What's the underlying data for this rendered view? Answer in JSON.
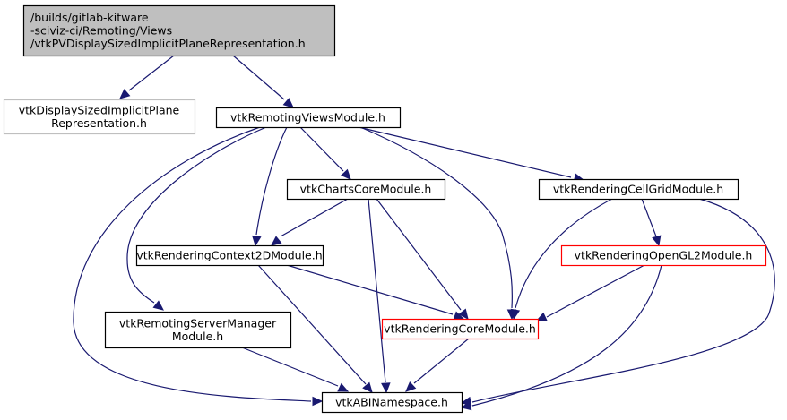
{
  "diagram": {
    "type": "include-dependency-graph",
    "colors": {
      "edge": "#191970",
      "root_fill": "#bfbfbf",
      "normal_border": "#000000",
      "truncated_border": "#ff0000",
      "missing_border": "#bfbfbf"
    },
    "nodes": {
      "root": {
        "lines": [
          "/builds/gitlab-kitware",
          "-sciviz-ci/Remoting/Views",
          "/vtkPVDisplaySizedImplicitPlaneRepresentation.h"
        ],
        "style": "root"
      },
      "displaySized": {
        "lines": [
          "vtkDisplaySizedImplicitPlane",
          "Representation.h"
        ],
        "style": "missing"
      },
      "remotingViews": {
        "lines": [
          "vtkRemotingViewsModule.h"
        ],
        "style": "normal"
      },
      "chartsCore": {
        "lines": [
          "vtkChartsCoreModule.h"
        ],
        "style": "normal"
      },
      "cellGrid": {
        "lines": [
          "vtkRenderingCellGridModule.h"
        ],
        "style": "normal"
      },
      "context2D": {
        "lines": [
          "vtkRenderingContext2DModule.h"
        ],
        "style": "normal"
      },
      "openGL2": {
        "lines": [
          "vtkRenderingOpenGL2Module.h"
        ],
        "style": "truncated"
      },
      "serverManager": {
        "lines": [
          "vtkRemotingServerManager",
          "Module.h"
        ],
        "style": "normal"
      },
      "renderingCore": {
        "lines": [
          "vtkRenderingCoreModule.h"
        ],
        "style": "truncated"
      },
      "abi": {
        "lines": [
          "vtkABINamespace.h"
        ],
        "style": "normal"
      }
    },
    "edges": [
      [
        "root",
        "displaySized"
      ],
      [
        "root",
        "remotingViews"
      ],
      [
        "remotingViews",
        "chartsCore"
      ],
      [
        "remotingViews",
        "cellGrid"
      ],
      [
        "remotingViews",
        "context2D"
      ],
      [
        "remotingViews",
        "serverManager"
      ],
      [
        "remotingViews",
        "renderingCore"
      ],
      [
        "remotingViews",
        "abi"
      ],
      [
        "chartsCore",
        "context2D"
      ],
      [
        "chartsCore",
        "renderingCore"
      ],
      [
        "chartsCore",
        "abi"
      ],
      [
        "cellGrid",
        "openGL2"
      ],
      [
        "cellGrid",
        "renderingCore"
      ],
      [
        "cellGrid",
        "abi"
      ],
      [
        "context2D",
        "renderingCore"
      ],
      [
        "context2D",
        "abi"
      ],
      [
        "openGL2",
        "renderingCore"
      ],
      [
        "openGL2",
        "abi"
      ],
      [
        "serverManager",
        "abi"
      ],
      [
        "renderingCore",
        "abi"
      ]
    ]
  }
}
